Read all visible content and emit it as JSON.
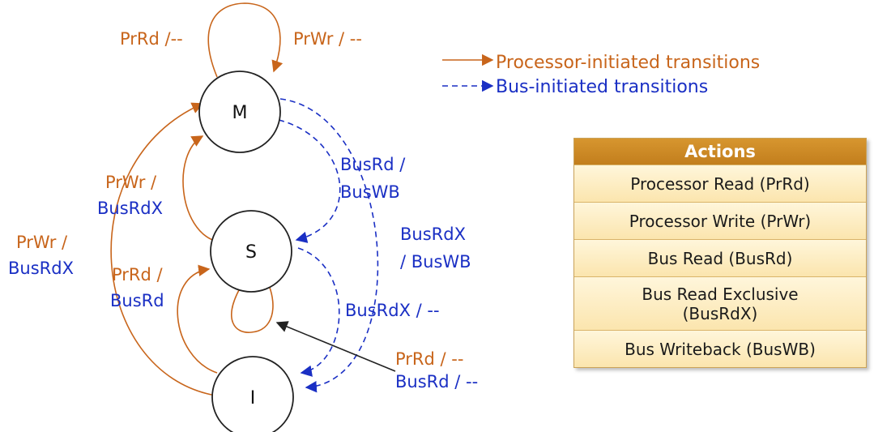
{
  "states": {
    "m": "M",
    "s": "S",
    "i": "I"
  },
  "transitions": {
    "m_prrd": "PrRd /--",
    "m_prwr": "PrWr / --",
    "s_to_m_prwr": "PrWr /",
    "s_to_m_busrdx": "BusRdX",
    "i_to_m_prwr": "PrWr /",
    "i_to_m_busrdx": "BusRdX",
    "i_to_s_prrd": "PrRd /",
    "i_to_s_busrd": "BusRd",
    "m_to_s_busrd": "BusRd /",
    "m_to_s_buswb": "BusWB",
    "m_to_i_busrdx": "BusRdX",
    "m_to_i_buswb": "/ BusWB",
    "s_to_i_busrdx": "BusRdX / --",
    "i_self_prrd": "PrRd / --",
    "i_self_busrd": "BusRd / --"
  },
  "legend": {
    "processor": "Processor-initiated transitions",
    "bus": "Bus-initiated transitions"
  },
  "actions": {
    "header": "Actions",
    "rows": [
      "Processor Read (PrRd)",
      "Processor Write (PrWr)",
      "Bus Read (BusRd)",
      "Bus Read Exclusive",
      "(BusRdX)",
      "Bus Writeback (BusWB)"
    ]
  },
  "colors": {
    "processor": "#c8651b",
    "bus": "#1a2fc4",
    "state_stroke": "#222222"
  }
}
